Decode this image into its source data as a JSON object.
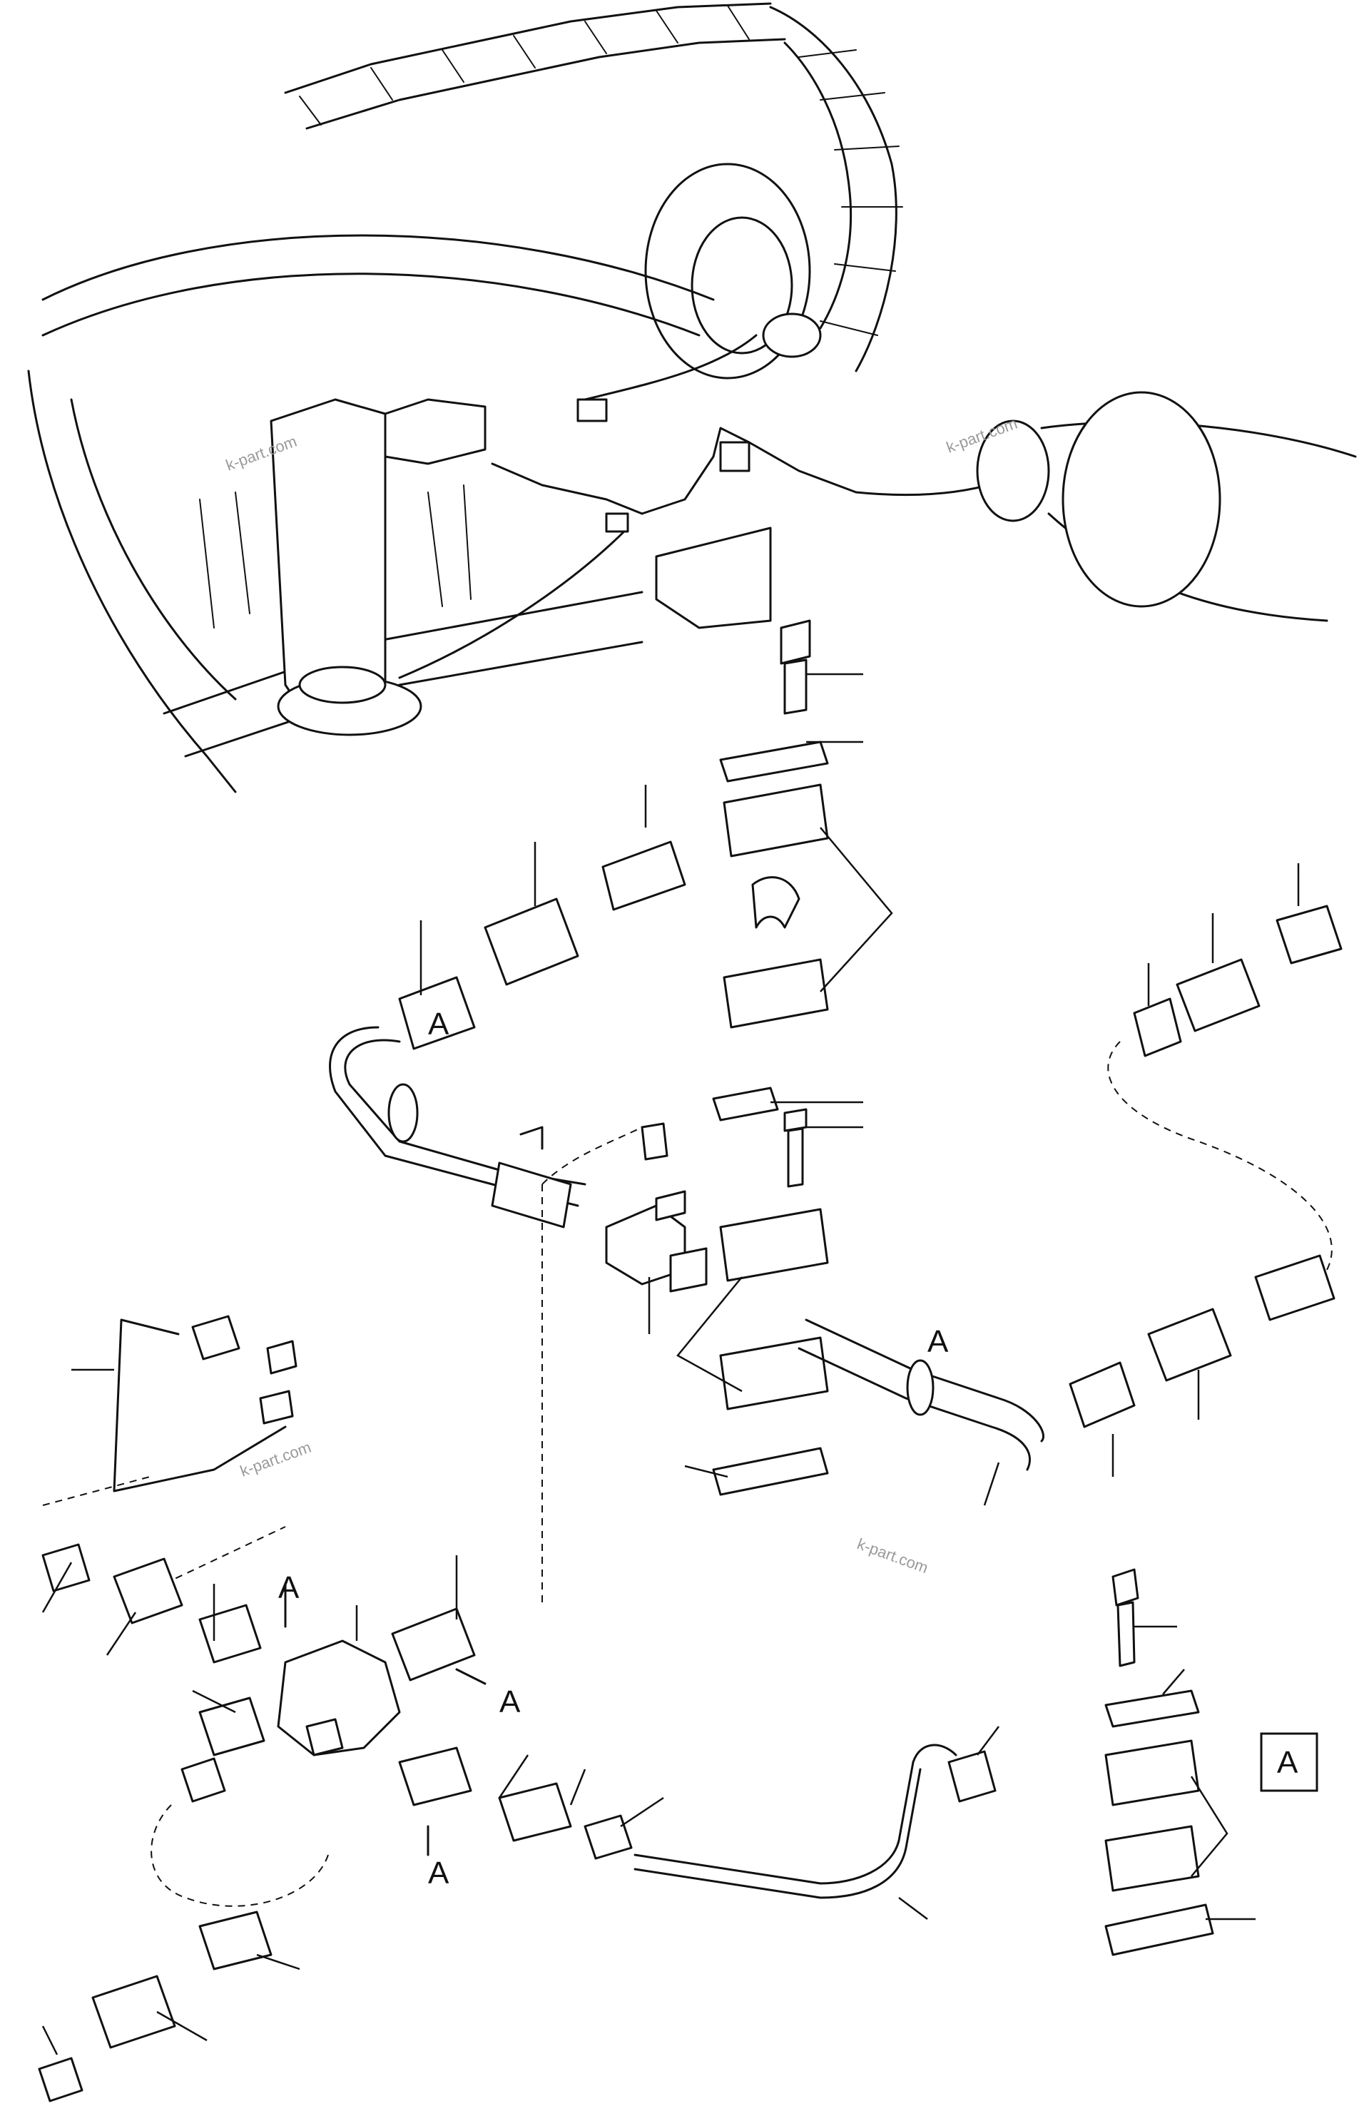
{
  "diagram": {
    "section_callout": "A",
    "section_box_label": "A",
    "watermark": "k-part.com"
  }
}
